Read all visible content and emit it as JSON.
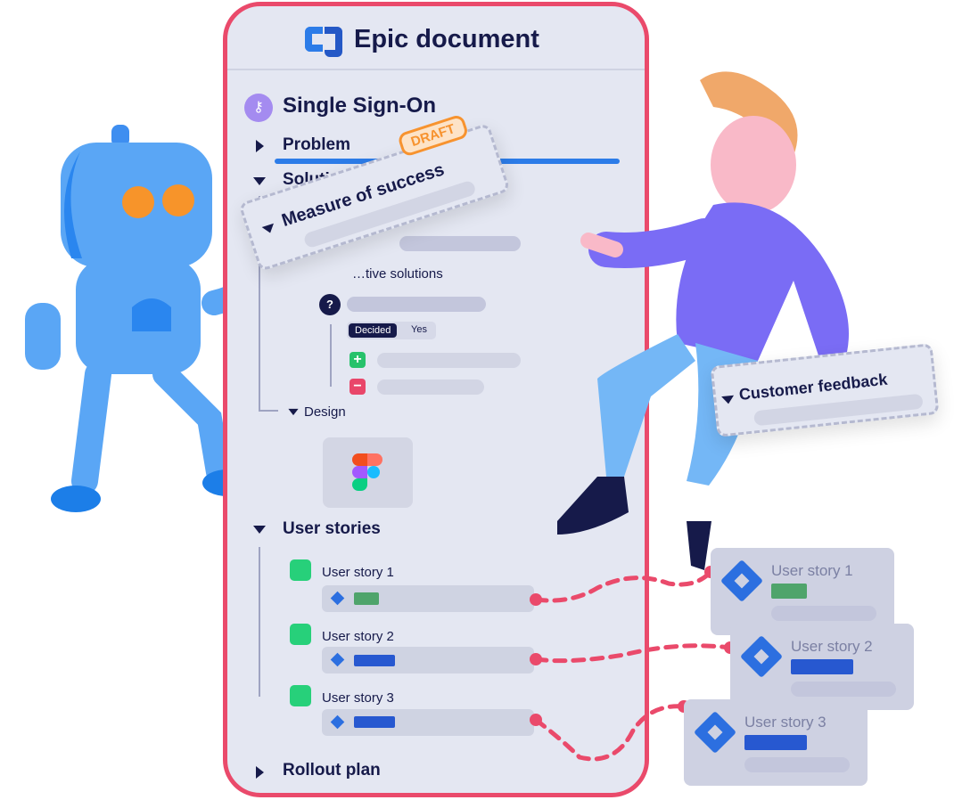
{
  "document": {
    "title": "Epic document",
    "epic": "Single Sign-On",
    "sections": {
      "problem": "Problem",
      "solution": "Solution",
      "design": "Design",
      "user_stories": "User stories",
      "rollout": "Rollout plan"
    },
    "alt_solutions": "…tive solutions",
    "question_badge": "?",
    "decided_label": "Decided",
    "decided_value": "Yes",
    "stories": [
      "User story 1",
      "User story 2",
      "User story 3"
    ],
    "story_colors": [
      "#4fa46b",
      "#2758d0",
      "#2758d0"
    ]
  },
  "measure_card": {
    "title": "Measure of success",
    "badge": "DRAFT"
  },
  "feedback_card": {
    "title": "Customer feedback"
  },
  "jira_cards": [
    "User story 1",
    "User story 2",
    "User story 3"
  ],
  "colors": {
    "accent": "#ea4a6b",
    "brand": "#2c6fe0",
    "draft": "#f7932f",
    "plus": "#27c26b",
    "minus": "#e9466a"
  }
}
